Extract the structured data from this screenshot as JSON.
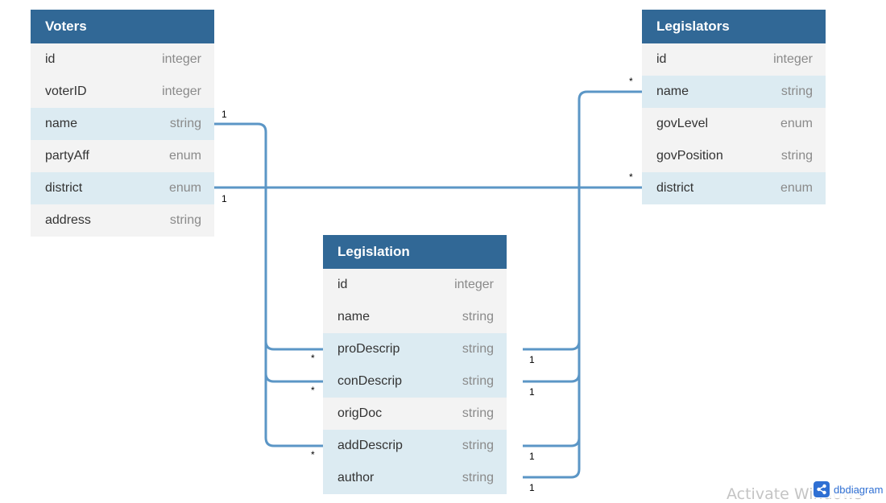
{
  "tables": {
    "voters": {
      "title": "Voters",
      "fields": [
        {
          "name": "id",
          "type": "integer"
        },
        {
          "name": "voterID",
          "type": "integer"
        },
        {
          "name": "name",
          "type": "string"
        },
        {
          "name": "partyAff",
          "type": "enum"
        },
        {
          "name": "district",
          "type": "enum"
        },
        {
          "name": "address",
          "type": "string"
        }
      ]
    },
    "legislators": {
      "title": "Legislators",
      "fields": [
        {
          "name": "id",
          "type": "integer"
        },
        {
          "name": "name",
          "type": "string"
        },
        {
          "name": "govLevel",
          "type": "enum"
        },
        {
          "name": "govPosition",
          "type": "string"
        },
        {
          "name": "district",
          "type": "enum"
        }
      ]
    },
    "legislation": {
      "title": "Legislation",
      "fields": [
        {
          "name": "id",
          "type": "integer"
        },
        {
          "name": "name",
          "type": "string"
        },
        {
          "name": "proDescrip",
          "type": "string"
        },
        {
          "name": "conDescrip",
          "type": "string"
        },
        {
          "name": "origDoc",
          "type": "string"
        },
        {
          "name": "addDescrip",
          "type": "string"
        },
        {
          "name": "author",
          "type": "string"
        }
      ]
    }
  },
  "relationships": [
    {
      "from": "Voters.name",
      "to": "Legislation.proDescrip",
      "from_card": "1",
      "to_card": "*"
    },
    {
      "from": "Voters.name",
      "to": "Legislation.conDescrip",
      "from_card": "1",
      "to_card": "*"
    },
    {
      "from": "Voters.name",
      "to": "Legislation.addDescrip",
      "from_card": "1",
      "to_card": "*"
    },
    {
      "from": "Voters.district",
      "to": "Legislators.district",
      "from_card": "1",
      "to_card": "*"
    },
    {
      "from": "Legislation.proDescrip",
      "to": "Legislators.name",
      "from_card": "1",
      "to_card": "*"
    },
    {
      "from": "Legislation.conDescrip",
      "to": "Legislators.name",
      "from_card": "1",
      "to_card": "*"
    },
    {
      "from": "Legislation.addDescrip",
      "to": "Legislators.name",
      "from_card": "1",
      "to_card": "*"
    },
    {
      "from": "Legislation.author",
      "to": "Legislators.name",
      "from_card": "1",
      "to_card": "*"
    }
  ],
  "cardinality": {
    "one": "1",
    "many": "*"
  },
  "watermark": "Activate Windows",
  "brand": {
    "text": "dbdiagram",
    "icon": "share-icon",
    "color": "#2f6fd3"
  },
  "colors": {
    "header": "#316896",
    "connector": "#5b96c6",
    "highlight_row": "#dcebf2",
    "row": "#f3f3f3"
  }
}
